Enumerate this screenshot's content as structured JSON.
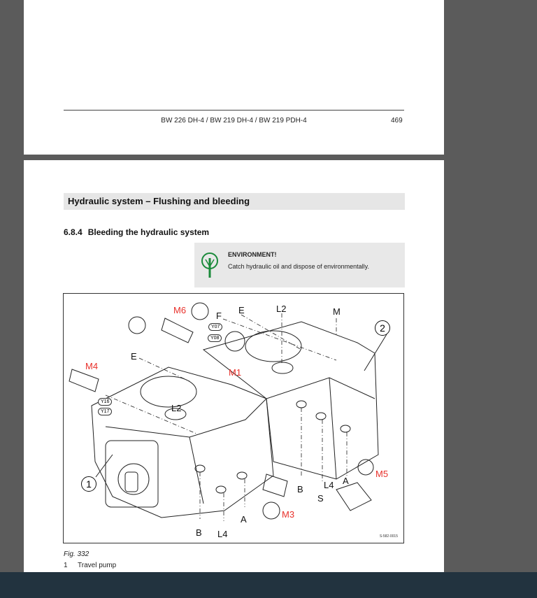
{
  "page1": {
    "footer_title": "BW 226 DH-4 / BW 219 DH-4 / BW 219 PDH-4",
    "page_number": "469"
  },
  "page2": {
    "section_title": "Hydraulic system – Flushing and bleeding",
    "subsection_number": "6.8.4",
    "subsection_title": "Bleeding the hydraulic system",
    "environment": {
      "icon": "tree-icon",
      "title": "ENVIRONMENT!",
      "text": "Catch hydraulic oil and dispose of environmentally.",
      "color": "#1a8a3a"
    },
    "figure": {
      "labels": {
        "m6": "M6",
        "f": "F",
        "e_top": "E",
        "l2_top": "L2",
        "m": "M",
        "two": "2",
        "e_left": "E",
        "m4": "M4",
        "m1": "M1",
        "y07": "Y07",
        "y08": "Y08",
        "y16": "Y16",
        "y17": "Y17",
        "l2_left": "L2",
        "one": "1",
        "b_right": "B",
        "l4_right": "L4",
        "a_right": "A",
        "s": "S",
        "m5": "M5",
        "m3": "M3",
        "a_left": "A",
        "b_left": "B",
        "l4_left": "L4"
      },
      "code": "S-582-0015",
      "highlight_color": "#e8312b"
    },
    "caption": "Fig.  332",
    "legend": [
      {
        "num": "1",
        "text": "Travel pump"
      }
    ]
  }
}
